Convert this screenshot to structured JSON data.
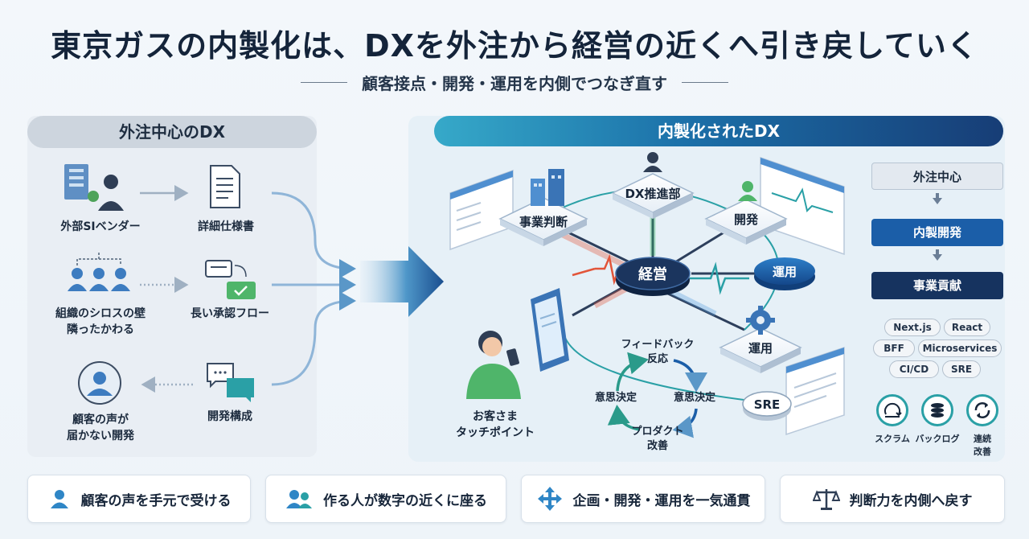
{
  "title": "東京ガスの内製化は、DXを外注から経営の近くへ引き戻していく",
  "subtitle": "顧客接点・開発・運用を内側でつなぎ直す",
  "left": {
    "header": "外注中心のDX",
    "nodes": {
      "vendor": "外部SIベンダー",
      "spec": "詳細仕様書",
      "silo_line1": "組織のシロスの壁",
      "silo_line2": "隣ったかわる",
      "approval": "長い承認フロー",
      "voice_line1": "顧客の声が",
      "voice_line2": "届かない開発",
      "structure": "開発構成"
    }
  },
  "right": {
    "header": "内製化されたDX",
    "tiles": {
      "business": "事業判断",
      "dx": "DX推進部",
      "dev": "開発",
      "mgmt": "経営",
      "ops_disc": "運用",
      "ops_tile": "運用",
      "sre": "SRE"
    },
    "loop": {
      "top_line1": "フィードバック",
      "top_line2": "反応",
      "left": "意思決定",
      "right": "意思決定",
      "bottom_line1": "プロダクト",
      "bottom_line2": "改善"
    },
    "customer_line1": "お客さま",
    "customer_line2": "タッチポイント"
  },
  "flow": [
    "外注中心",
    "内製開発",
    "事業貢献"
  ],
  "tags": [
    "Next.js",
    "React",
    "BFF",
    "Microservices",
    "CI/CD",
    "SRE"
  ],
  "practices": [
    {
      "label": "スクラム",
      "icon": "scrum-icon"
    },
    {
      "label": "バックログ",
      "icon": "backlog-icon"
    },
    {
      "label_line1": "連続",
      "label_line2": "改善",
      "icon": "refresh-icon"
    }
  ],
  "cards": [
    {
      "text": "顧客の声を手元で受ける",
      "icon": "person-icon"
    },
    {
      "text": "作る人が数字の近くに座る",
      "icon": "people-icon"
    },
    {
      "text": "企画・開発・運用を一気通貫",
      "icon": "move-arrows-icon"
    },
    {
      "text": "判断力を内側へ戻す",
      "icon": "scale-icon"
    }
  ],
  "colors": {
    "navy": "#16335f",
    "blue": "#1b5ea8",
    "teal": "#2aa0a6",
    "red_pulse": "#e2553a",
    "green": "#3cbf6a"
  }
}
